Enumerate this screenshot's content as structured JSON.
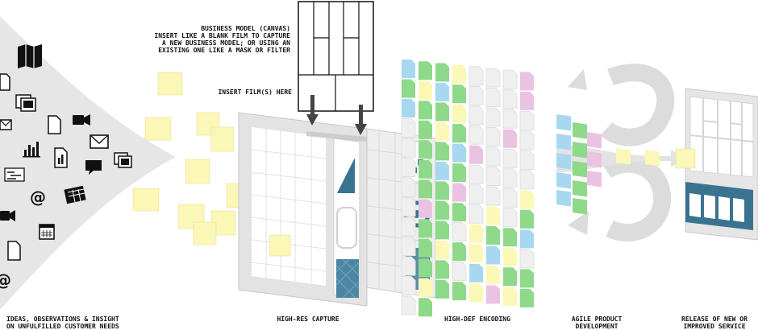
{
  "annotations": {
    "canvas_title": "BUSINESS MODEL (CANVAS)",
    "canvas_line1": "INSERT LIKE A BLANK FILM TO CAPTURE",
    "canvas_line2": "A NEW BUSINESS MODEL; OR USING AN",
    "canvas_line3": "EXISTING ONE LIKE A MASK OR FILTER",
    "insert_films": "INSERT FILM(S) HERE"
  },
  "stages": {
    "ideas_line1": "IDEAS, OBSERVATIONS & INSIGHT",
    "ideas_line2": "ON UNFULFILLED CUSTOMER NEEDS",
    "capture": "HIGH-RES CAPTURE",
    "encoding": "HIGH-DEF ENCODING",
    "agile_line1": "AGILE PRODUCT",
    "agile_line2": "DEVELOPMENT",
    "release_line1": "RELEASE OF NEW OR",
    "release_line2": "IMPROVED SERVICE"
  },
  "icons": [
    "map-icon",
    "document-icon",
    "photos-icon",
    "mail-icon",
    "video-camera-icon",
    "bar-chart-icon",
    "file-chart-icon",
    "chat-icon",
    "at-sign-icon",
    "calendar-icon",
    "table-icon",
    "timeline-icon"
  ],
  "colors": {
    "note_yellow": "#fbf7b6",
    "note_blue": "#a8d8f0",
    "note_green": "#8ed98a",
    "note_pink": "#ebc3e2",
    "note_gray": "#efefef",
    "funnel_gray": "#e6e6e6",
    "accent_teal": "#3a7390"
  }
}
